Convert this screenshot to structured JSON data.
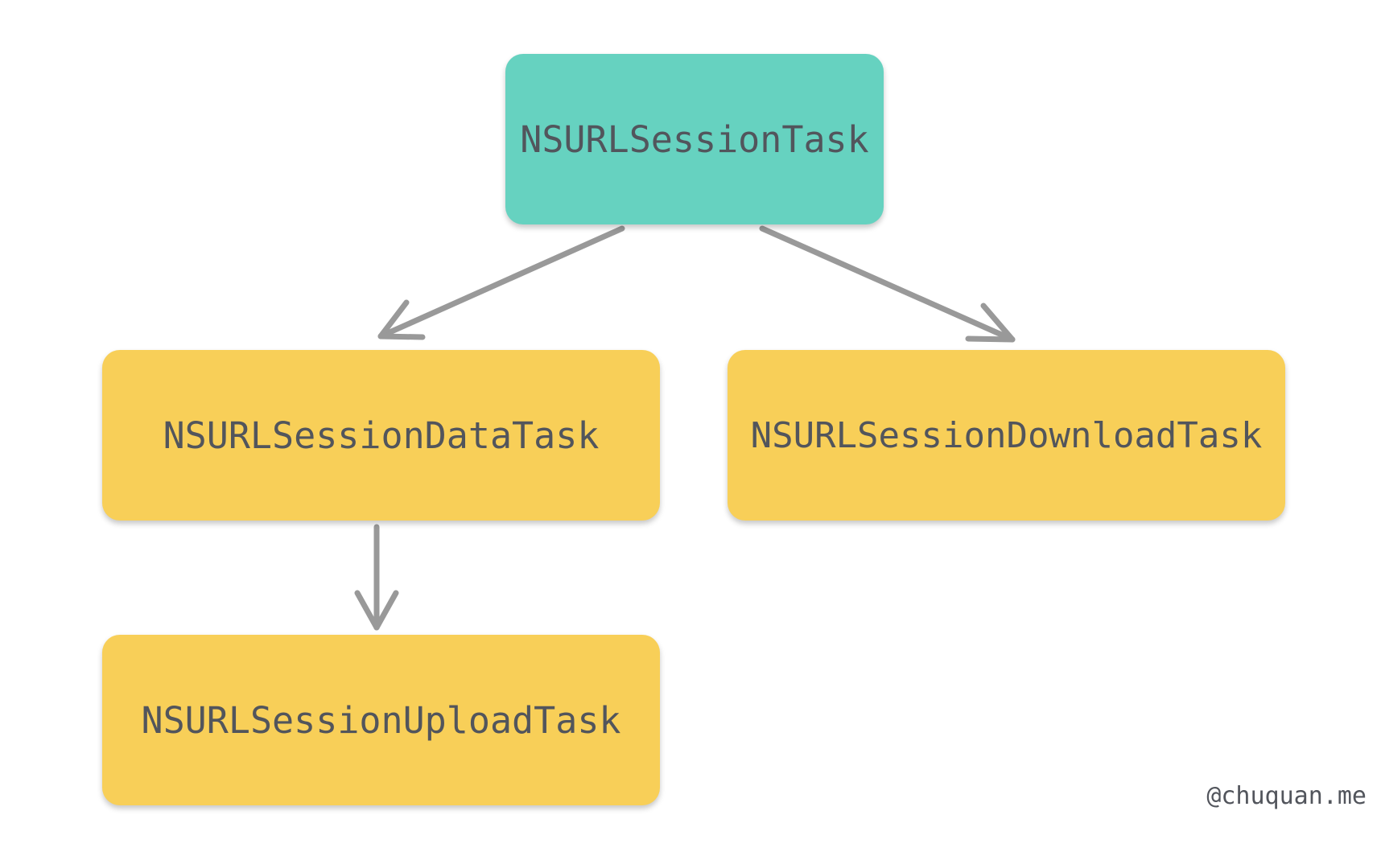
{
  "nodes": {
    "root": {
      "label": "NSURLSessionTask",
      "color": "#66d2c0"
    },
    "data_task": {
      "label": "NSURLSessionDataTask",
      "color": "#f8cf58"
    },
    "download_task": {
      "label": "NSURLSessionDownloadTask",
      "color": "#f8cf58"
    },
    "upload_task": {
      "label": "NSURLSessionUploadTask",
      "color": "#f8cf58"
    }
  },
  "edges": [
    {
      "from": "NSURLSessionTask",
      "to": "NSURLSessionDataTask"
    },
    {
      "from": "NSURLSessionTask",
      "to": "NSURLSessionDownloadTask"
    },
    {
      "from": "NSURLSessionDataTask",
      "to": "NSURLSessionUploadTask"
    }
  ],
  "arrow_color": "#999999",
  "credit": "@chuquan.me"
}
